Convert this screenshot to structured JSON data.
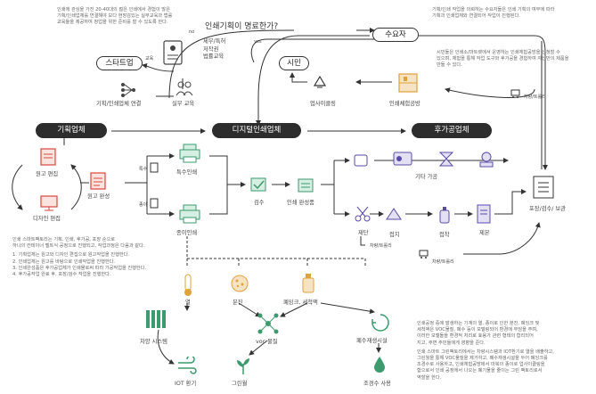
{
  "header": {
    "question": "인쇄기획이 명료한가?",
    "no": "no",
    "yes": "yes"
  },
  "notes": {
    "top_left": [
      "인쇄에 관심을 가진 20-40대의 젊은 인쇄에서 경험이 많은",
      "기획/인쇄업체를 연결해야 보다 현장감있는 실무교육과 법률",
      "교육들을 제공하여 창업을 위한 준비를 할 수 있도록 한다."
    ],
    "top_right": [
      "기획/인쇄 작업을 의뢰하는 수요자들은 인쇄 기획의 여부에 따라",
      "기획과 인쇄업체와 연결되어 작업이 진행된다."
    ],
    "citizen": [
      "시민들은 인쇄소/마트렛에서 운영하는 인쇄체험공방을 신청할 수",
      "있으며, 체험을 통해 작업 도구와 후가공을 경험하여 자신만의 제품을",
      "만들 수 있다."
    ],
    "left_middle": [
      "인쇄 스마트팩토리는 기획, 인쇄, 후가공, 포장 순으로",
      "하나의 컨테이너 벨트식 공정으로 진행되고, 작업과정은 다음과 같다.",
      "",
      "1. 기획업체는 원고와 디자인 편집으로 원고작업을 진행한다.",
      "2. 인쇄업체는 원고를 바탕으로 인쇄작업을 진행한다.",
      "3. 인쇄완성품은 후가공업체가 인쇄물로써 따라 가공작업을 진행한다.",
      "4. 후가공작업 완료 후, 포장/검수 작업을 진행한다."
    ],
    "bottom_right": [
      "인쇄공정 중에 발생하는 기계의 열, 종이로 인한 분진, 폐잉크 및",
      "세척액은 VOC물질, 폐수 등이 모델링되어 환경에 부담을 주며,",
      "이러한 모델들을 환경적 처리로 효용가 관련 형태의 합리되어",
      "지고, 주변 주민들에게 영향을 준다.",
      "",
      "인쇄 스마트 그린팩토리에서는 차량시스템과 IOT환기로 열을 배출하고,",
      "그린월을 통해 VOC물질을 제거하고, 폐수재생시설을 두어 폐잉크를",
      "조경수로 사용하고, 인쇄체험공방에서 마북의 종이로 업사이클링을",
      "함으로서 인쇄 공정에서 나오는 폐기물을 줄이는 그린 팩토리로서",
      "역할을 한다."
    ]
  },
  "nodes": {
    "startup": "스타트업",
    "education_label": "교육",
    "education_group": [
      "세무/특허",
      "저작권",
      "법률교육"
    ],
    "connect": "기획/인쇄업체 연결",
    "practice": "실무 교육",
    "demander": "수요자",
    "citizen": "시민",
    "upcycling": "업사이클링",
    "workshop": "인쇄체험공방",
    "transport1": "차량/트롤리",
    "planning_company": "기획업체",
    "digital_company": "디지털인쇄업체",
    "post_company": "후가공업체",
    "manuscript_edit": "원고 편집",
    "design_edit": "디자인 편집",
    "manuscript_done": "원고 완성",
    "special_label": "특수",
    "paper_label": "종이",
    "special_print": "특수인쇄",
    "paper_print": "종이인쇄",
    "inspection": "검수",
    "print_done": "인쇄 완성품",
    "other_post": "기타 가공",
    "cutting": "재단",
    "folding": "접지",
    "binding": "접착",
    "bookbinding": "제본",
    "pack": "포장/검수/ 보관",
    "transport2": "차량/트롤리",
    "transport3": "차량/트롤리",
    "heat": "열",
    "dust": "분진",
    "ink": "폐잉크, 세척액",
    "voc": "voc 물질",
    "wastewater": "폐수재생시설",
    "car_system": "차양 시스템",
    "greenwall": "그린월",
    "iot": "IOT 환기",
    "landscape": "조경수 사용"
  },
  "colors": {
    "red": "#d9473c",
    "green": "#3c9a6e",
    "purple": "#5a4ba8",
    "orange": "#e0a23a",
    "dark": "#2d2d2d"
  }
}
